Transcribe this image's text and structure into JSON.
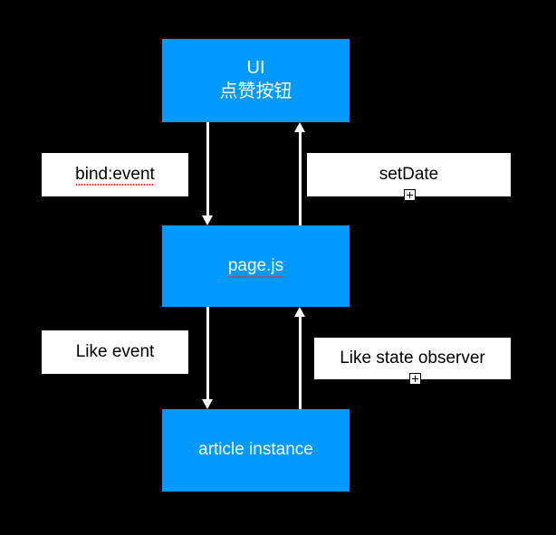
{
  "diagram": {
    "type": "flow",
    "background_color": "#000000",
    "node_color": "#0099FF",
    "node_text_color": "#FFFFFF",
    "label_box_color": "#FFFFFF",
    "label_text_color": "#000000",
    "arrow_color": "#FFFFFF",
    "spellcheck_underline_color": "#FF2222",
    "nodes": [
      {
        "id": "ui",
        "line1": "UI",
        "line2": "点赞按钮"
      },
      {
        "id": "pagejs",
        "label": "page.js",
        "spellchecked": true
      },
      {
        "id": "article",
        "label": "article instance"
      }
    ],
    "edge_labels": [
      {
        "id": "bind-event",
        "text": "bind:event",
        "spellchecked": true
      },
      {
        "id": "set-date",
        "text": "setDate",
        "handle": "plus-handle"
      },
      {
        "id": "like-event",
        "text": "Like event"
      },
      {
        "id": "like-state-observer",
        "text": "Like state observer",
        "handle": "plus-handle"
      }
    ],
    "edges": [
      {
        "id": "ui-to-pagejs",
        "from": "ui",
        "to": "pagejs",
        "direction": "down",
        "label": "bind:event"
      },
      {
        "id": "pagejs-to-ui",
        "from": "pagejs",
        "to": "ui",
        "direction": "up",
        "label": "setDate"
      },
      {
        "id": "pagejs-to-article",
        "from": "pagejs",
        "to": "article",
        "direction": "down",
        "label": "Like event"
      },
      {
        "id": "article-to-pagejs",
        "from": "article",
        "to": "pagejs",
        "direction": "up",
        "label": "Like state observer"
      }
    ]
  }
}
